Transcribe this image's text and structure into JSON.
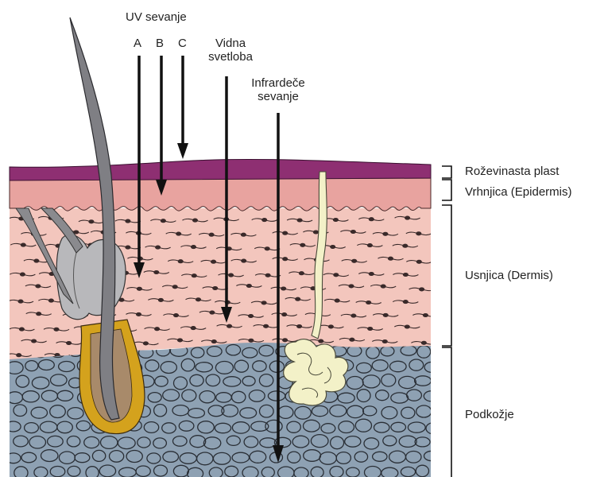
{
  "radiation": {
    "uv_title": "UV sevanje",
    "uv_a": "A",
    "uv_b": "B",
    "uv_c": "C",
    "visible_line1": "Vidna",
    "visible_line2": "svetloba",
    "infrared_line1": "Infrardeče",
    "infrared_line2": "sevanje"
  },
  "layers": {
    "stratum_corneum": "Roževinasta plast",
    "epidermis": "Vrhnjica (Epidermis)",
    "dermis": "Usnjica (Dermis)",
    "subcutis": "Podkožje"
  },
  "colors": {
    "stratum_corneum": "#8e2f72",
    "epidermis": "#e8a39f",
    "dermis": "#f3c6bd",
    "subcutis": "#8ea1b3",
    "hair": "#7f7f84",
    "follicle_bulb": "#d4a21d",
    "sebaceous_gland": "#b8b8bb",
    "sweat_gland": "#f3f1c8"
  }
}
